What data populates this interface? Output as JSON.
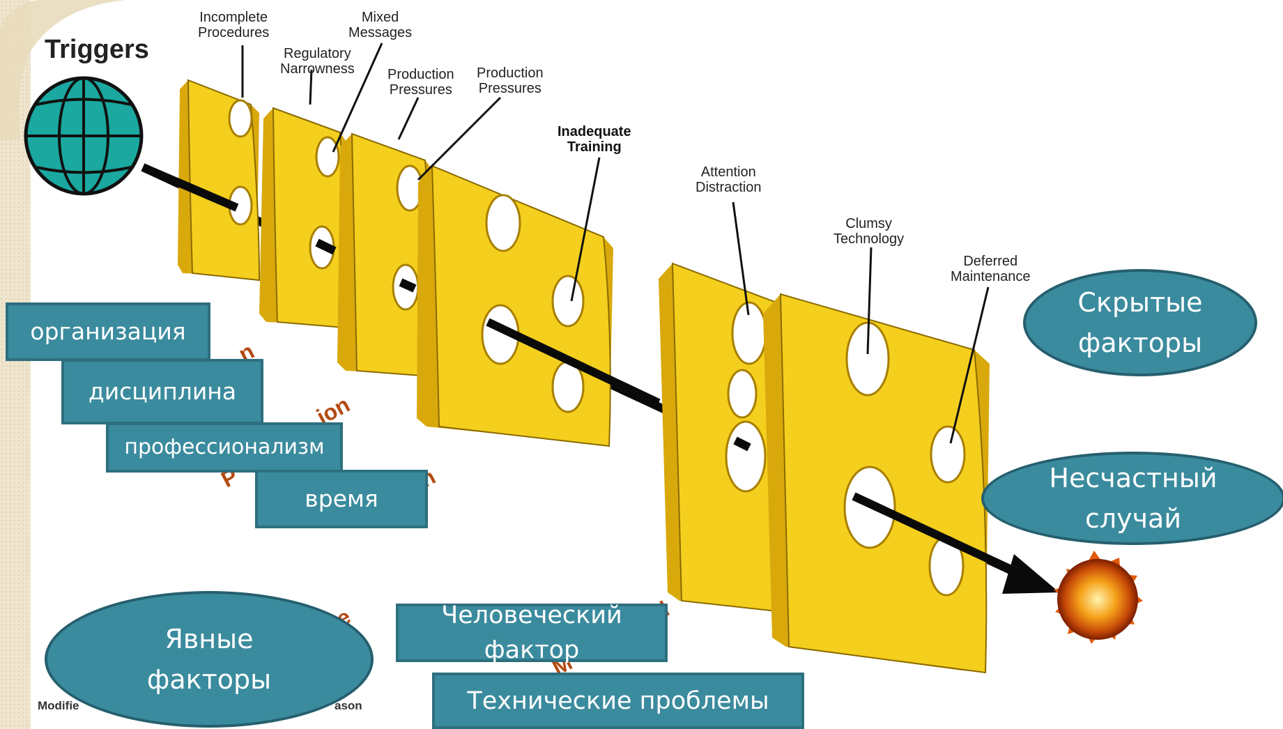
{
  "diagram": {
    "triggers_label": "Triggers",
    "hazard_labels": [
      {
        "id": "incomplete_procedures",
        "text": "Incomplete\nProcedures"
      },
      {
        "id": "mixed_messages",
        "text": "Mixed\nMessages"
      },
      {
        "id": "regulatory_narrowness",
        "text": "Regulatory\nNarrowness"
      },
      {
        "id": "production_pressures_1",
        "text": "Production\nPressures"
      },
      {
        "id": "production_pressures_2",
        "text": "Production\nPressures"
      },
      {
        "id": "inadequate_training",
        "text": "Inadequate\nTraining"
      },
      {
        "id": "attention_distraction",
        "text": "Attention\nDistraction"
      },
      {
        "id": "clumsy_technology",
        "text": "Clumsy\nTechnology"
      },
      {
        "id": "deferred_maintenance",
        "text": "Deferred\nMaintenance"
      }
    ],
    "credit_left": "Modifie",
    "credit_right": "ason"
  },
  "overlay_boxes": {
    "organization": "организация",
    "discipline": "дисциплина",
    "professionalism": "профессионализм",
    "time": "время",
    "human_factor": "Человеческий\nфактор",
    "technical_problems": "Технические проблемы"
  },
  "ovals": {
    "hidden_factors": "Скрытые\nфакторы",
    "accident": "Несчастный\nслучай",
    "explicit_factors": "Явные\nфакторы"
  },
  "colors": {
    "cheese": "#f5cf1e",
    "cheese_dark": "#d9a90c",
    "box_fill": "#3b8b9e",
    "globe": "#1aa8a0"
  }
}
